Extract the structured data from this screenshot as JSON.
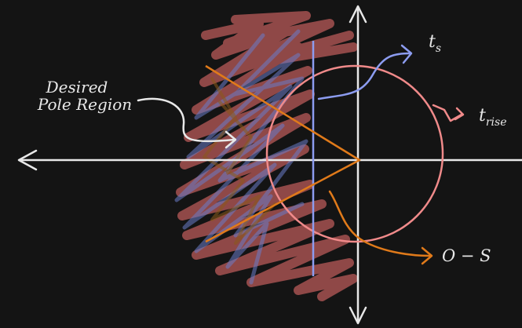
{
  "labels": {
    "region_line1": "Desired",
    "region_line2": "Pole Region",
    "ts_main": "t",
    "ts_sub": "s",
    "trise_main": "t",
    "trise_sub": "rise",
    "os": "O − S"
  },
  "colors": {
    "background": "#141414",
    "axes": "#e8e8e8",
    "circle": "#f08a8a",
    "settling": "#8c9cf0",
    "overshoot": "#e07a1a",
    "shading_red": "#b85a58",
    "shading_blue": "#6a7cc8",
    "annotation": "#e8e8e8"
  }
}
